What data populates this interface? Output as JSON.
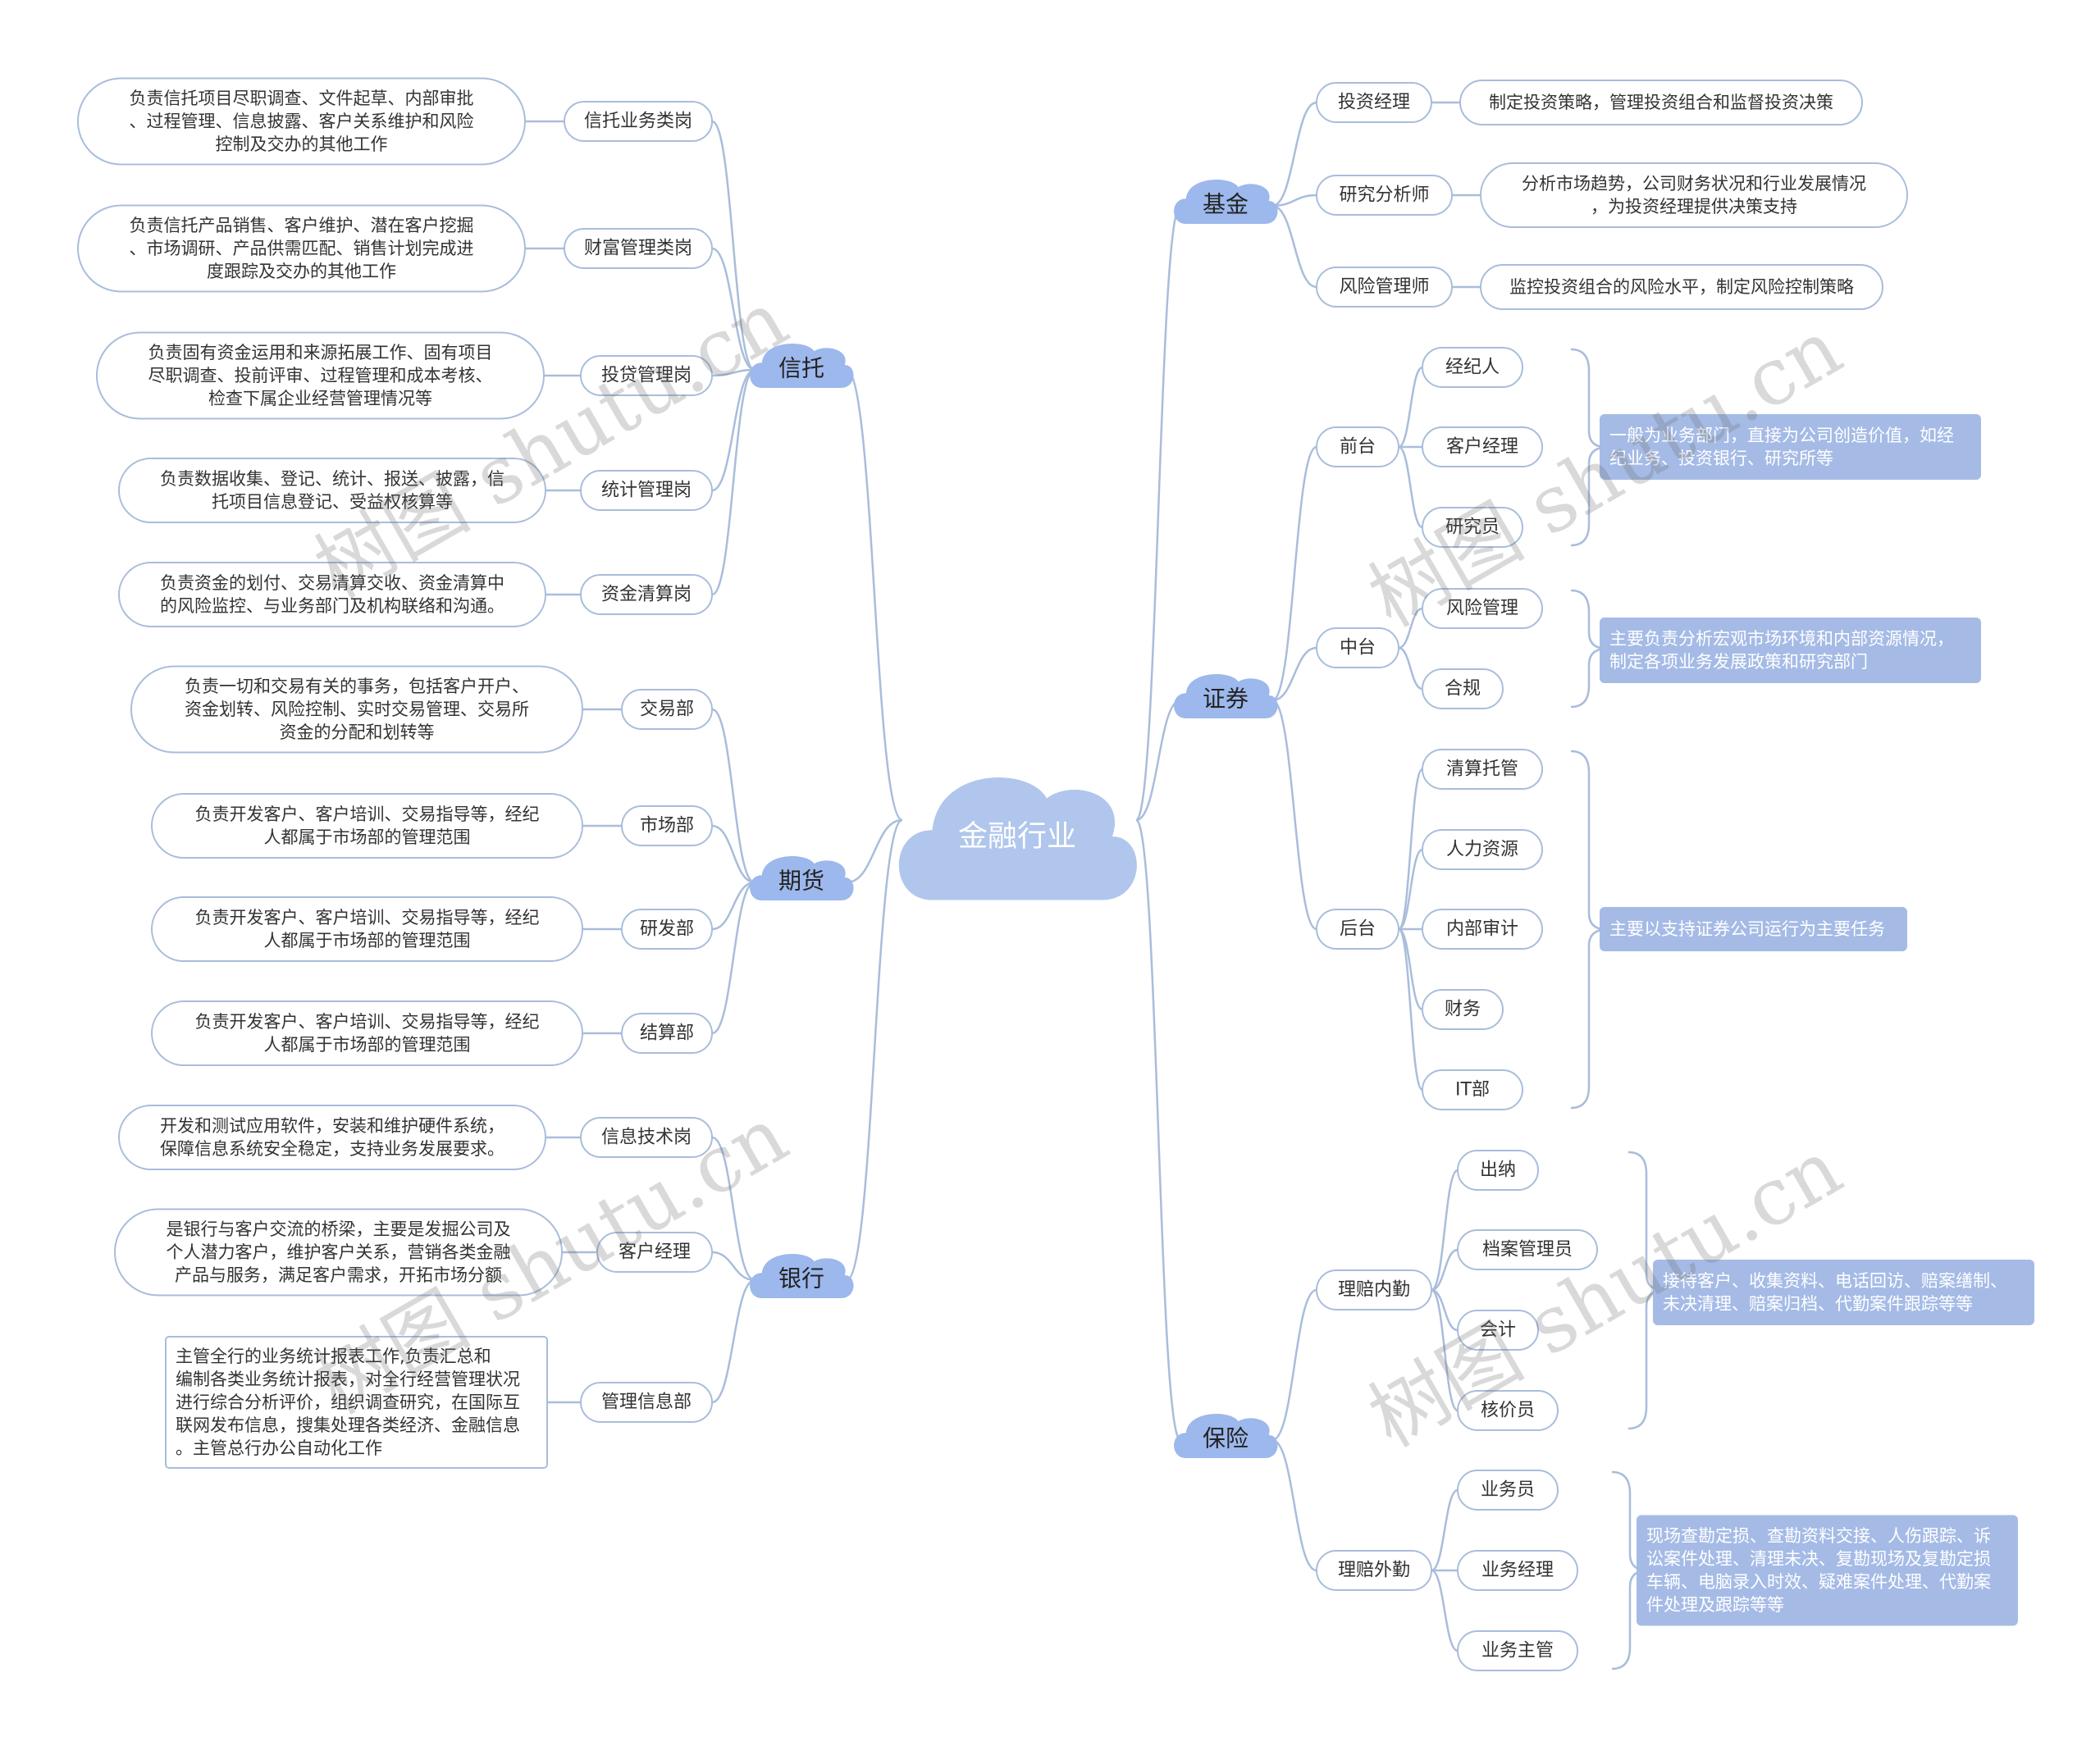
{
  "root": "金融行业",
  "branches": [
    {
      "id": "xintuo",
      "label": "信托",
      "children": [
        {
          "label": "信托业务类岗",
          "desc": [
            "负责信托项目尽职调查、文件起草、内部审批",
            "、过程管理、信息披露、客户关系维护和风险",
            "控制及交办的其他工作"
          ]
        },
        {
          "label": "财富管理类岗",
          "desc": [
            "负责信托产品销售、客户维护、潜在客户挖掘",
            "、市场调研、产品供需匹配、销售计划完成进",
            "度跟踪及交办的其他工作"
          ]
        },
        {
          "label": "投贷管理岗",
          "desc": [
            "负责固有资金运用和来源拓展工作、固有项目",
            "尽职调查、投前评审、过程管理和成本考核、",
            "检查下属企业经营管理情况等"
          ]
        },
        {
          "label": "统计管理岗",
          "desc": [
            "负责数据收集、登记、统计、报送、披露，信",
            "托项目信息登记、受益权核算等"
          ]
        },
        {
          "label": "资金清算岗",
          "desc": [
            "负责资金的划付、交易清算交收、资金清算中",
            "的风险监控、与业务部门及机构联络和沟通。"
          ]
        }
      ]
    },
    {
      "id": "qihuo",
      "label": "期货",
      "children": [
        {
          "label": "交易部",
          "desc": [
            "负责一切和交易有关的事务，包括客户开户、",
            "资金划转、风险控制、实时交易管理、交易所",
            "资金的分配和划转等"
          ]
        },
        {
          "label": "市场部",
          "desc": [
            "负责开发客户、客户培训、交易指导等，经纪",
            "人都属于市场部的管理范围"
          ]
        },
        {
          "label": "研发部",
          "desc": [
            "负责开发客户、客户培训、交易指导等，经纪",
            "人都属于市场部的管理范围"
          ]
        },
        {
          "label": "结算部",
          "desc": [
            "负责开发客户、客户培训、交易指导等，经纪",
            "人都属于市场部的管理范围"
          ]
        }
      ]
    },
    {
      "id": "yinhang",
      "label": "银行",
      "children": [
        {
          "label": "信息技术岗",
          "desc": [
            "开发和测试应用软件，安装和维护硬件系统，",
            "保障信息系统安全稳定，支持业务发展要求。"
          ]
        },
        {
          "label": "客户经理",
          "desc": [
            "是银行与客户交流的桥梁，主要是发掘公司及",
            "个人潜力客户，维护客户关系，营销各类金融",
            "产品与服务，满足客户需求，开拓市场分额"
          ]
        },
        {
          "label": "管理信息部",
          "desc": [
            "主管全行的业务统计报表工作,负责汇总和",
            "编制各类业务统计报表，对全行经营管理状况",
            "进行综合分析评价，组织调查研究，在国际互",
            "联网发布信息，搜集处理各类经济、金融信息",
            "。主管总行办公自动化工作"
          ]
        }
      ]
    },
    {
      "id": "jijin",
      "label": "基金",
      "children": [
        {
          "label": "投资经理",
          "desc": [
            "制定投资策略，管理投资组合和监督投资决策"
          ]
        },
        {
          "label": "研究分析师",
          "desc": [
            "分析市场趋势，公司财务状况和行业发展情况",
            "，为投资经理提供决策支持"
          ]
        },
        {
          "label": "风险管理师",
          "desc": [
            "监控投资组合的风险水平，制定风险控制策略"
          ]
        }
      ]
    },
    {
      "id": "zhengquan",
      "label": "证券",
      "children": [
        {
          "label": "前台",
          "items": [
            "经纪人",
            "客户经理",
            "研究员"
          ],
          "summary": [
            "一般为业务部门，直接为公司创造价值，如经",
            "纪业务、投资银行、研究所等"
          ]
        },
        {
          "label": "中台",
          "items": [
            "风险管理",
            "合规"
          ],
          "summary": [
            "主要负责分析宏观市场环境和内部资源情况，",
            "制定各项业务发展政策和研究部门"
          ]
        },
        {
          "label": "后台",
          "items": [
            "清算托管",
            "人力资源",
            "内部审计",
            "财务",
            "IT部"
          ],
          "summary": [
            "主要以支持证券公司运行为主要任务"
          ]
        }
      ]
    },
    {
      "id": "baoxian",
      "label": "保险",
      "children": [
        {
          "label": "理赔内勤",
          "items": [
            "出纳",
            "档案管理员",
            "会计",
            "核价员"
          ],
          "summary": [
            "接待客户、收集资料、电话回访、赔案缮制、",
            "未决清理、赔案归档、代勤案件跟踪等等"
          ]
        },
        {
          "label": "理赔外勤",
          "items": [
            "业务员",
            "业务经理",
            "业务主管"
          ],
          "summary": [
            "现场查勘定损、查勘资料交接、人伤跟踪、诉",
            "讼案件处理、清理未决、复勘现场及复勘定损",
            "车辆、电脑录入时效、疑难案件处理、代勤案",
            "件处理及跟踪等等"
          ]
        }
      ]
    }
  ],
  "watermark": "树图 shutu.cn",
  "colors": {
    "line": "#a9bddb",
    "cloud": "#9cb8ec",
    "root_cloud": "#b0c6ec",
    "root_text": "#ffffff",
    "summary_bg": "#a5bbe6",
    "summary_text": "#ffffff",
    "border": "#a9bddb",
    "text": "#333333"
  }
}
